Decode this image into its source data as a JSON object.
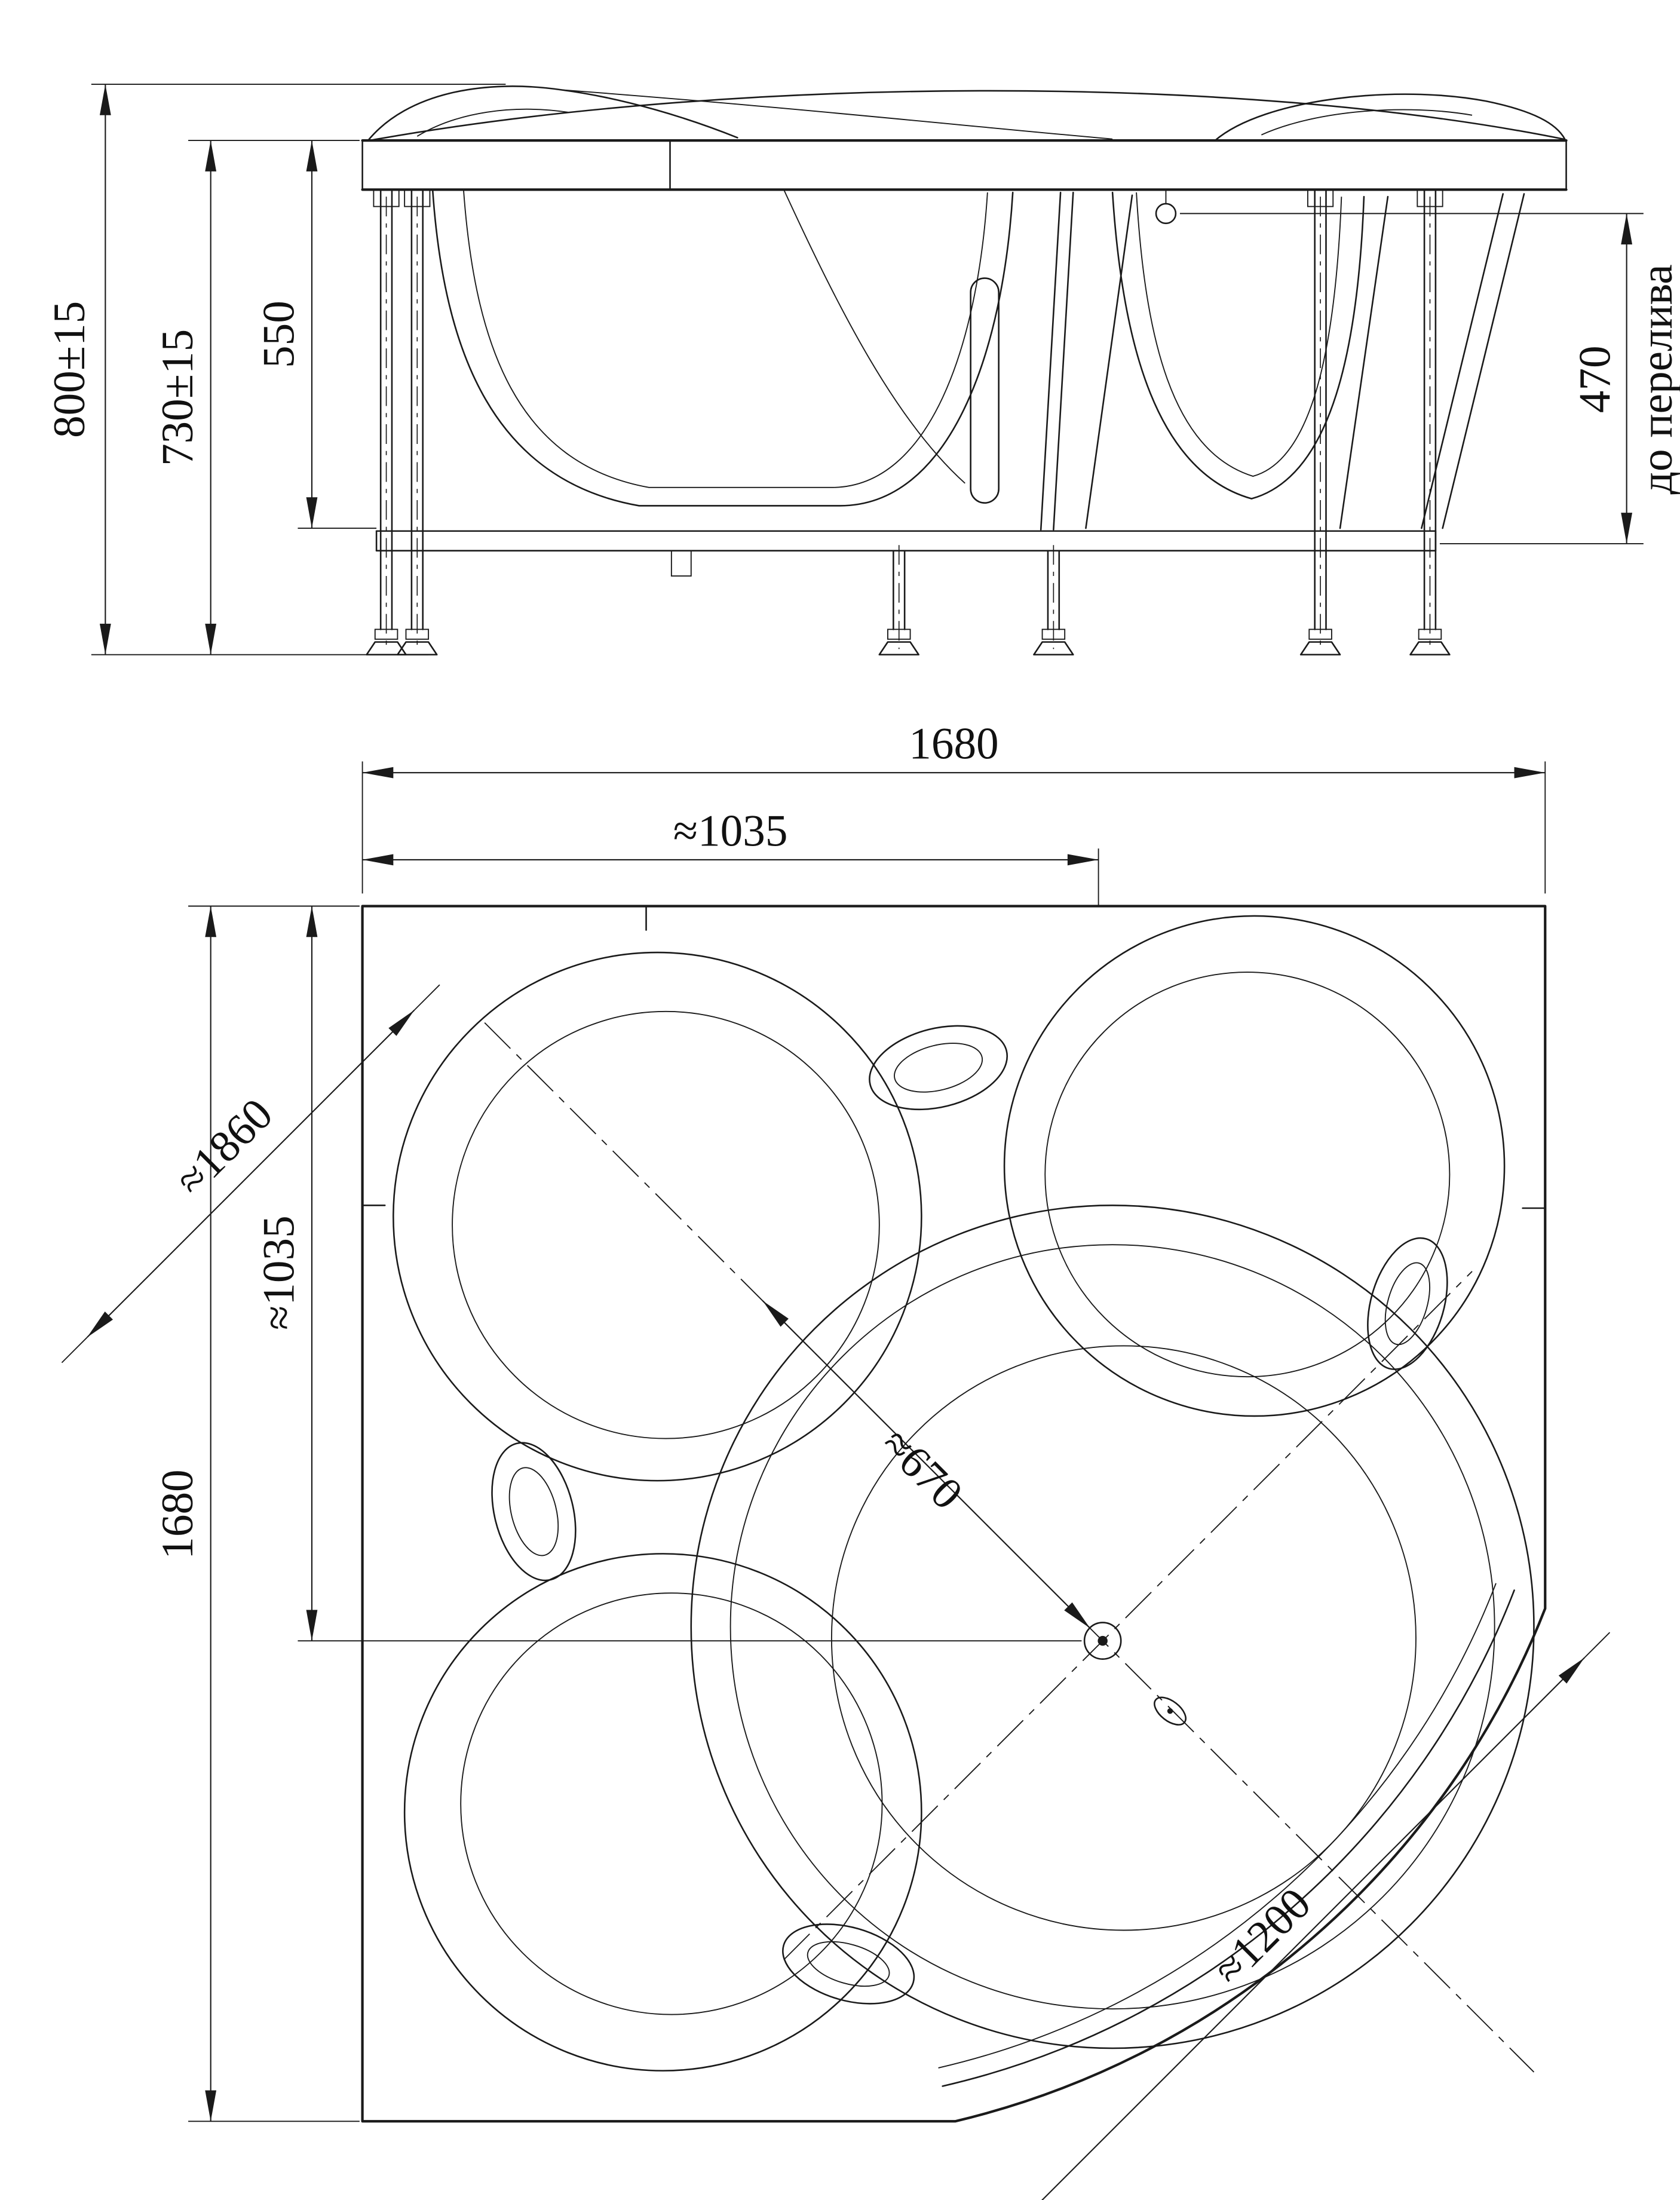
{
  "side_view": {
    "dim_overall_height": "800±15",
    "dim_frame_height": "730±15",
    "dim_depth": "550",
    "dim_overflow": "470",
    "overflow_label": "до перелива"
  },
  "plan_view": {
    "dim_width": "1680",
    "dim_drain_x": "≈1035",
    "dim_diagonal": "≈1860",
    "dim_length": "1680",
    "dim_drain_y": "≈1035",
    "dim_center": "≈670",
    "dim_radius": "≈1200"
  },
  "colors": {
    "ink": "#1a1a1a",
    "paper": "#ffffff"
  }
}
